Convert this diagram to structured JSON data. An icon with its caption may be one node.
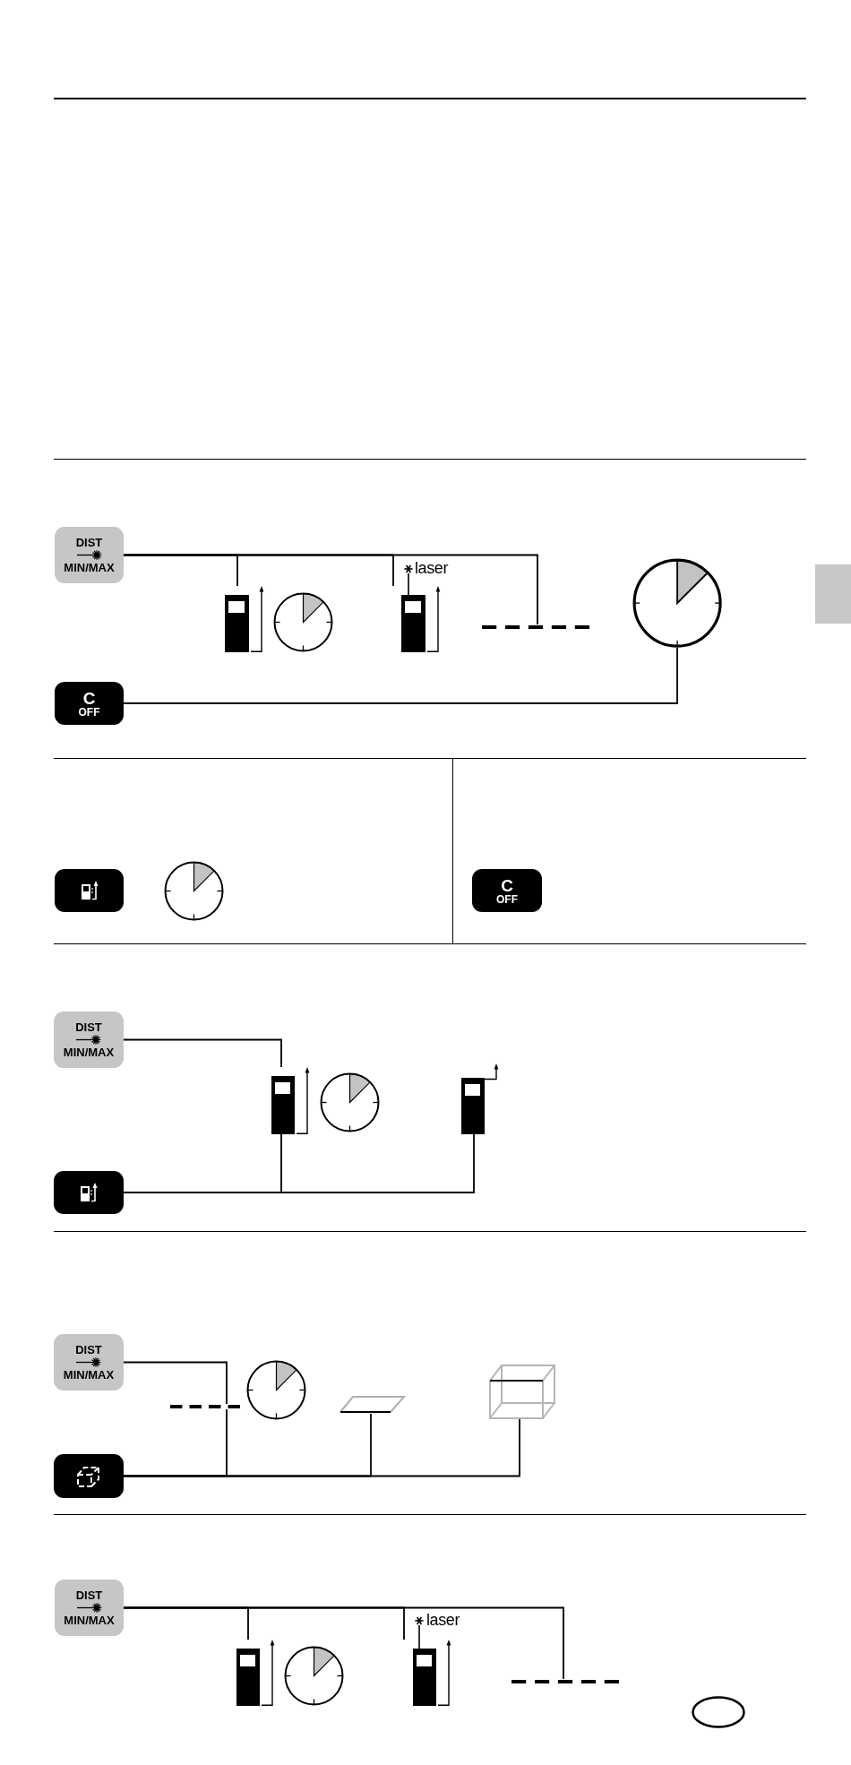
{
  "diagram": {
    "nodes": [
      {
        "text": [
          "DIST",
          "MIN/MAX"
        ]
      },
      {
        "text": [],
        "shape": "picture"
      },
      {
        "text": [],
        "shape": "clock"
      },
      {
        "text": [],
        "shape": "picture"
      },
      {
        "text": [],
        "shape": "line"
      },
      {
        "text": [],
        "shape": "clock"
      },
      {
        "text": [
          "C",
          "OFF"
        ]
      },
      {
        "text": [],
        "shape": "button"
      },
      {
        "text": [],
        "shape": "clock"
      },
      {
        "text": [
          "C",
          "OFF"
        ]
      },
      {
        "text": [
          "DIST",
          "MIN/MAX"
        ]
      },
      {
        "text": [],
        "shape": "picture"
      },
      {
        "text": [],
        "shape": "clock"
      },
      {
        "text": [],
        "shape": "picture"
      },
      {
        "text": [],
        "shape": "button"
      },
      {
        "text": [
          "DIST",
          "MIN/MAX"
        ]
      },
      {
        "text": [],
        "shape": "line"
      },
      {
        "text": [],
        "shape": "clock"
      },
      {
        "text": [],
        "shape": "parallelogram"
      },
      {
        "text": [],
        "shape": "cuboid"
      },
      {
        "text": [],
        "shape": "button"
      },
      {
        "text": [
          "DIST",
          "MIN/MAX"
        ]
      },
      {
        "text": [],
        "shape": "picture"
      },
      {
        "text": [],
        "shape": "clock"
      },
      {
        "text": [],
        "shape": "picture"
      },
      {
        "text": [],
        "shape": "line"
      }
    ],
    "edges": [
      {
        "from": 0,
        "to": 1,
        "arrow": "none"
      },
      {
        "from": 0,
        "to": 3,
        "arrow": "none"
      },
      {
        "from": 0,
        "to": 4,
        "arrow": "none"
      },
      {
        "from": 6,
        "to": 5,
        "arrow": "none"
      },
      {
        "from": 10,
        "to": 11,
        "arrow": "none"
      },
      {
        "from": 14,
        "to": 11,
        "arrow": "none"
      },
      {
        "from": 14,
        "to": 13,
        "arrow": "none"
      },
      {
        "from": 15,
        "to": 16,
        "arrow": "none"
      },
      {
        "from": 20,
        "to": 16,
        "arrow": "none"
      },
      {
        "from": 20,
        "to": 18,
        "arrow": "none"
      },
      {
        "from": 20,
        "to": 19,
        "arrow": "none"
      },
      {
        "from": 21,
        "to": 22,
        "arrow": "none"
      },
      {
        "from": 21,
        "to": 24,
        "arrow": "none"
      },
      {
        "from": 21,
        "to": 25,
        "arrow": "none"
      }
    ],
    "labels": [
      "laser",
      "laser"
    ]
  }
}
